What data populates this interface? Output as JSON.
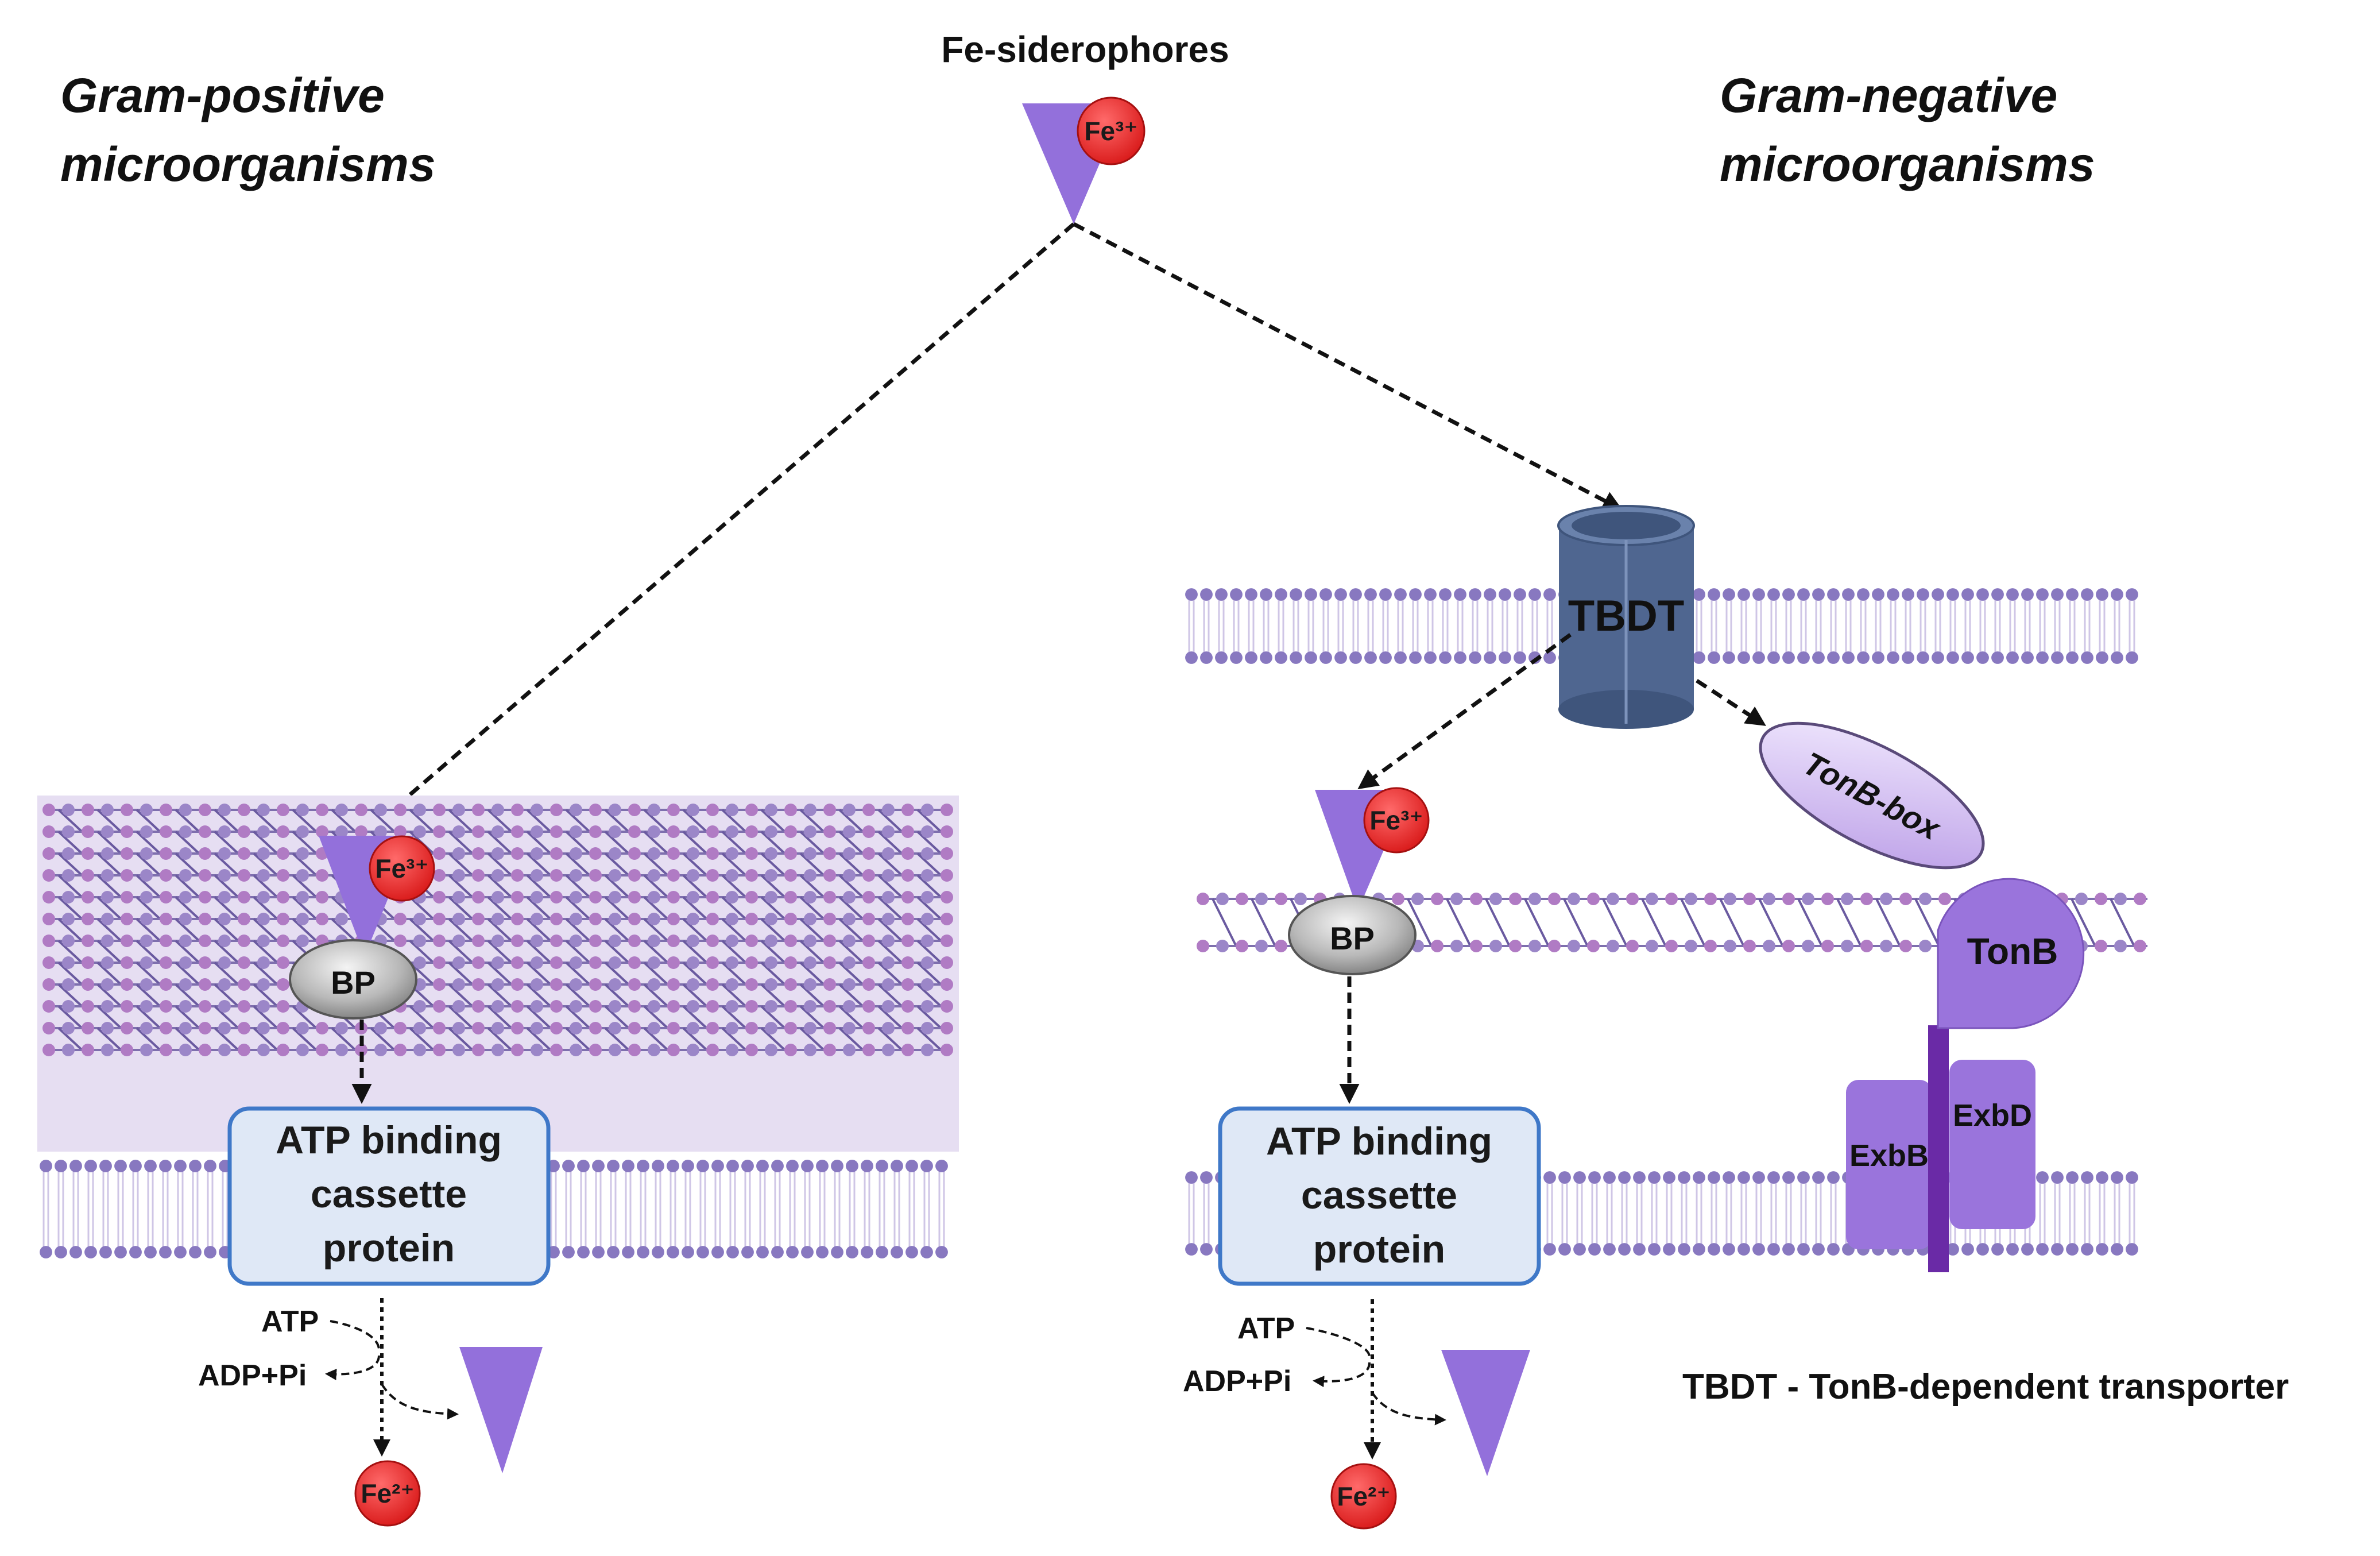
{
  "titles": {
    "gram_positive": [
      "Gram-positive",
      "microorganisms"
    ],
    "gram_negative": [
      "Gram-negative",
      "microorganisms"
    ]
  },
  "top_label": "Fe-siderophores",
  "ion_fe3": "Fe³⁺",
  "ion_fe2": "Fe²⁺",
  "bp": "BP",
  "abc_lines": [
    "ATP binding",
    "cassette",
    "protein"
  ],
  "atp": "ATP",
  "adp": "ADP+Pi",
  "tbdt": "TBDT",
  "tonb_box": "TonB-box",
  "tonb": "TonB",
  "exbb": "ExbB",
  "exbd": "ExbD",
  "legend": "TBDT - TonB-dependent transporter",
  "colors": {
    "siderophore": "#9370db",
    "iron": "#ee2222",
    "membrane_head": "#8878c0",
    "membrane_tail": "#cfc6e6",
    "tbdt": "#4f6690",
    "abc_fill": "#dfe8f6",
    "abc_stroke": "#3f78c8",
    "tonb": "#9a74dc",
    "exb": "#9a74dc"
  }
}
